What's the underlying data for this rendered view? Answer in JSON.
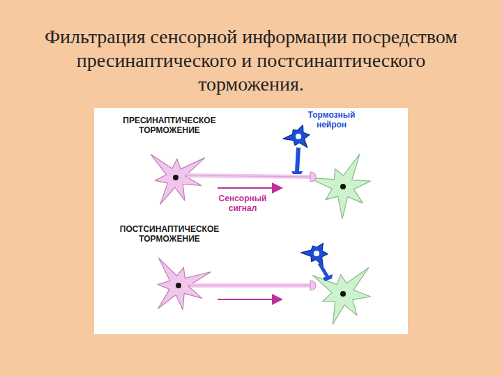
{
  "diagram": {
    "title": "Фильтрация сенсорной информации посредством пресинаптического и постсинаптического торможения.",
    "labels": [
      "ПРЕСИНАПТИЧЕСКОЕ ТОРМОЖЕНИЕ",
      "Тормозный нейрон",
      "Сенсорный сигнал",
      "ПОСТСИНАПТИЧЕСКОЕ ТОРМОЖЕНИЕ"
    ]
  }
}
